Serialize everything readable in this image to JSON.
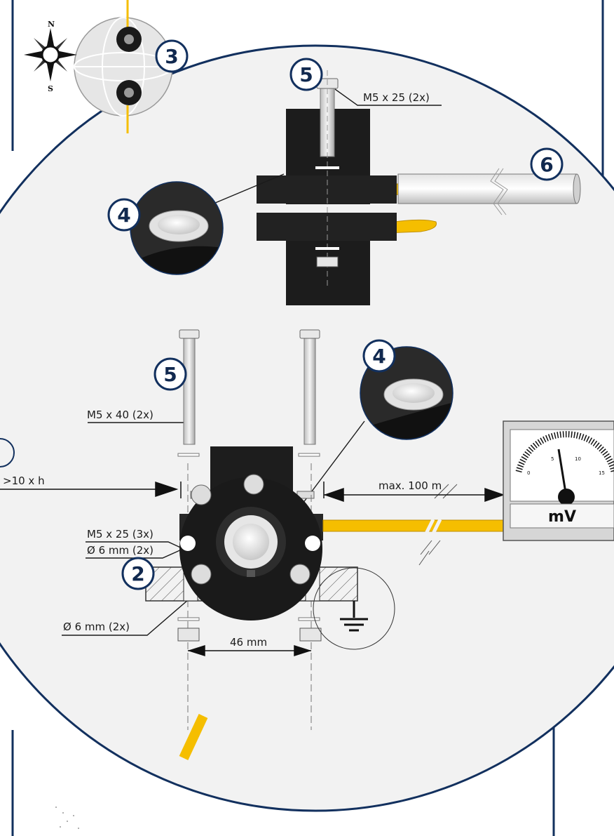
{
  "colors": {
    "navy": "#12305e",
    "background_panel": "#f2f2f2",
    "sensor_black": "#1c1c1c",
    "cable_yellow": "#f5be00",
    "callout_fill": "#ffffff"
  },
  "compass": {
    "north": "N",
    "south": "S"
  },
  "callouts": {
    "c2": "2",
    "c3": "3",
    "c4_top": "4",
    "c4_mid": "4",
    "c5_top": "5",
    "c5_mid": "5",
    "c6": "6"
  },
  "labels": {
    "screw_top": "M5 x 25 (2x)",
    "screw_long": "M5 x 40 (2x)",
    "distance": ">10 x h",
    "screw_flange": "M5 x 25 (3x)",
    "max_cable": "max. 100 m",
    "hole_dia": "Ø 6 mm (2x)",
    "spacing": "46 mm",
    "hole_dia_bottom": "Ø 6 mm (2x)"
  },
  "meter": {
    "unit": "mV",
    "scale_labels": [
      "0",
      "5",
      "10",
      "15"
    ]
  },
  "icons": [
    "compass-rose-icon",
    "ground-symbol-icon",
    "globe-icon",
    "voltmeter-icon"
  ]
}
